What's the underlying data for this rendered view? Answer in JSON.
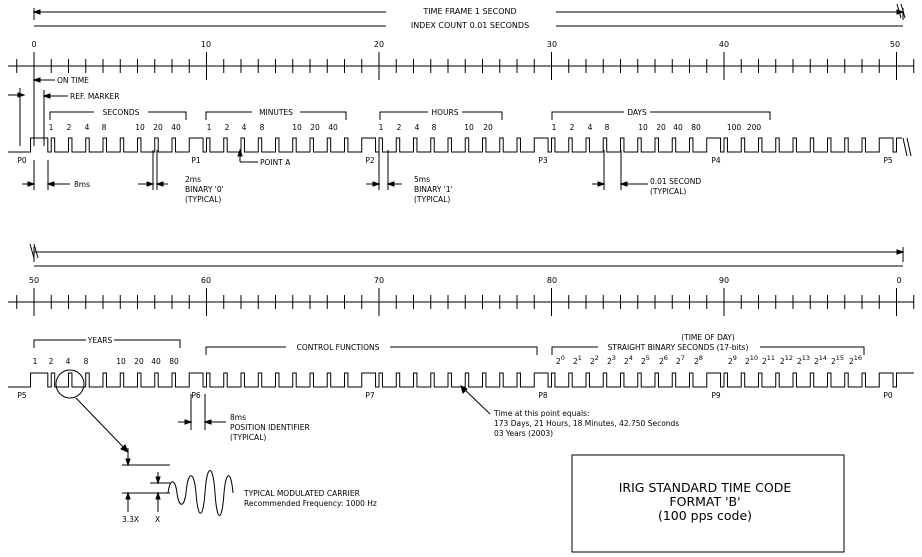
{
  "header": {
    "time_frame": "TIME FRAME  1 SECOND",
    "index_count": "INDEX COUNT  0.01 SECONDS"
  },
  "top": {
    "ticks": [
      "0",
      "10",
      "20",
      "30",
      "40",
      "50"
    ],
    "markers": [
      "P0",
      "P1",
      "P2",
      "P3",
      "P4",
      "P5"
    ],
    "on_time": "ON TIME",
    "ref_marker": "REF. MARKER",
    "groups": {
      "seconds": "SECONDS",
      "minutes": "MINUTES",
      "hours": "HOURS",
      "days": "DAYS"
    },
    "weights": {
      "seconds": [
        "1",
        "2",
        "4",
        "8",
        "10",
        "20",
        "40"
      ],
      "minutes": [
        "1",
        "2",
        "4",
        "8",
        "10",
        "20",
        "40"
      ],
      "hours": [
        "1",
        "2",
        "4",
        "8",
        "10",
        "20"
      ],
      "days": [
        "1",
        "2",
        "4",
        "8",
        "10",
        "20",
        "40",
        "80",
        "100",
        "200"
      ]
    },
    "point_a": "POINT A",
    "annotations": {
      "eight_ms": "8ms",
      "binary0": [
        "2ms",
        "BINARY '0'",
        "(TYPICAL)"
      ],
      "binary1": [
        "5ms",
        "BINARY '1'",
        "(TYPICAL)"
      ],
      "index": [
        "0.01 SECOND",
        "(TYPICAL)"
      ]
    }
  },
  "bottom": {
    "ticks": [
      "50",
      "60",
      "70",
      "80",
      "90",
      "0"
    ],
    "markers": [
      "P5",
      "P6",
      "P7",
      "P8",
      "P9",
      "P0"
    ],
    "groups": {
      "years": "YEARS",
      "control": "CONTROL FUNCTIONS",
      "time_of_day": "(TIME OF DAY)",
      "sbs": "STRAIGHT BINARY SECONDS (17-bits)"
    },
    "year_weights": [
      "1",
      "2",
      "4",
      "8",
      "10",
      "20",
      "40",
      "80"
    ],
    "sbs_base": "2",
    "sbs_exponents": [
      "0",
      "1",
      "2",
      "3",
      "4",
      "5",
      "6",
      "7",
      "8",
      "9",
      "10",
      "11",
      "12",
      "13",
      "14",
      "15",
      "16"
    ],
    "position_identifier": [
      "8ms",
      "POSITION IDENTIFIER",
      "(TYPICAL)"
    ],
    "time_note": [
      "Time at this point equals:",
      "173 Days, 21 Hours, 18 Minutes, 42.750 Seconds",
      "03 Years (2003)"
    ],
    "carrier": {
      "label1": "TYPICAL MODULATED CARRIER",
      "label2": "Recommended Frequency: 1000 Hz",
      "ratio_label": "3.3X",
      "x_label": "X"
    }
  },
  "title_box": {
    "line1": "IRIG STANDARD TIME CODE",
    "line2": "FORMAT 'B'",
    "line3": "(100 pps code)"
  }
}
